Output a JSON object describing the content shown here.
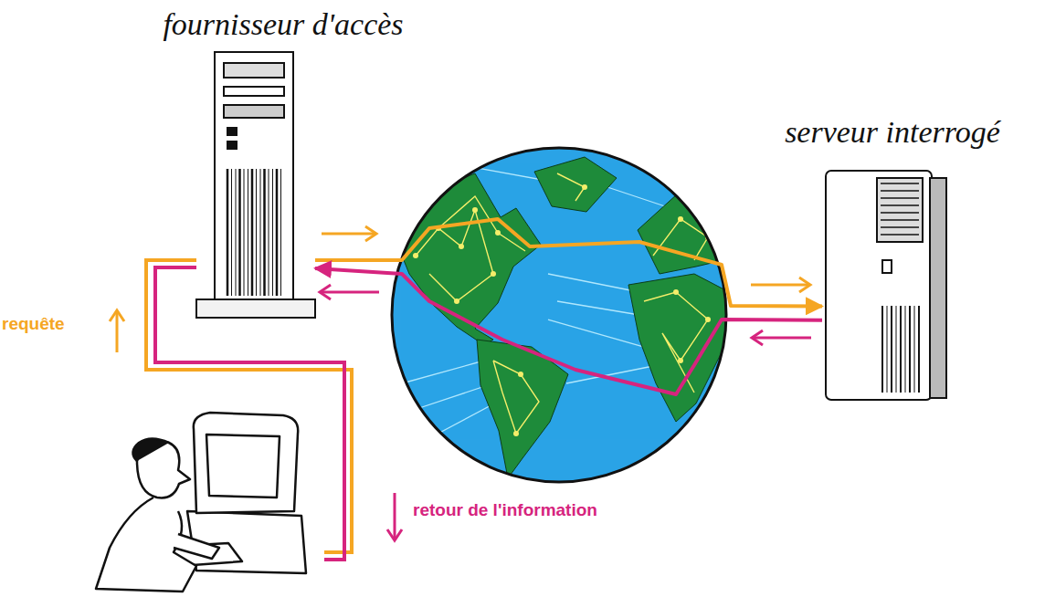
{
  "diagram": {
    "nodes": [
      {
        "text": [
          "fournisseur d'accès"
        ]
      },
      {
        "text": [
          "serveur interrogé"
        ]
      }
    ],
    "edges": [
      {
        "from": 0,
        "to": 1,
        "arrow": "to"
      },
      {
        "from": 1,
        "to": 0,
        "arrow": "to"
      }
    ],
    "labels": [
      "requête",
      "retour de l'information"
    ]
  }
}
